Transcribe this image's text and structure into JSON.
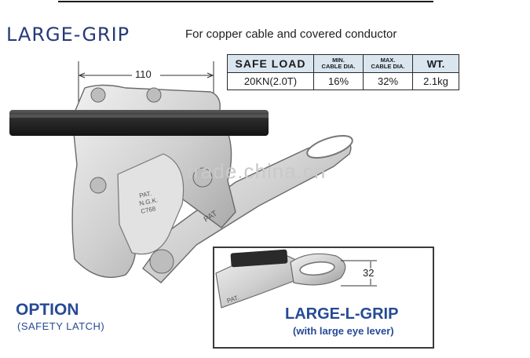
{
  "header": {
    "title": "LARGE-GRIP",
    "subtitle": "For copper cable and covered conductor"
  },
  "spec_table": {
    "headers": {
      "safe_load": "SAFE LOAD",
      "min_line1": "MIN.",
      "min_line2": "CABLE DIA.",
      "max_line1": "MAX.",
      "max_line2": "CABLE DIA.",
      "weight": "WT."
    },
    "row": {
      "safe_load": "20KN(2.0T)",
      "min_dia": "16%",
      "max_dia": "32%",
      "weight": "2.1kg"
    }
  },
  "dimensions": {
    "width": "110",
    "eye_lever": "32"
  },
  "clamp_markings": {
    "pat_main": "PAT.",
    "pat_line2": "N.G.K.",
    "pat_line3": "C768",
    "arm_text": "PAT",
    "inset_text": "PAT."
  },
  "watermark": "trade.china.cn",
  "option": {
    "title": "OPTION",
    "subtitle": "(SAFETY LATCH)"
  },
  "inset": {
    "title": "LARGE-L-GRIP",
    "subtitle": "(with large eye lever)"
  },
  "colors": {
    "title_blue": "#273a78",
    "accent_blue": "#264a96",
    "table_header_bg": "#d9e5ef",
    "cable": "#2f2f2f",
    "metal": "#d6d6d6"
  }
}
